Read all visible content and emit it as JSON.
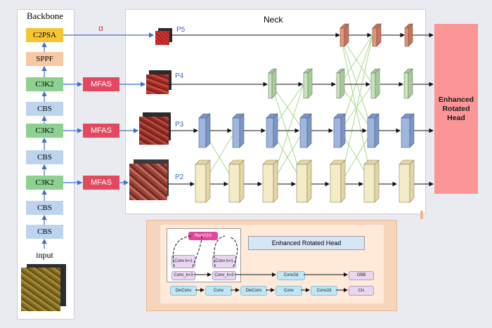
{
  "backbone": {
    "title": "Backbone",
    "blocks": [
      "C2PSA",
      "SPPF",
      "C3K2",
      "CBS",
      "C3K2",
      "CBS",
      "C3K2",
      "CBS",
      "CBS"
    ],
    "input_label": "input",
    "alpha_label": "α"
  },
  "mfas": [
    "MFAS",
    "MFAS",
    "MFAS"
  ],
  "neck": {
    "title": "Neck",
    "levels": [
      "P5",
      "P4",
      "P3",
      "P2"
    ]
  },
  "head_label": "Enhanced Rotated Head",
  "detail": {
    "title": "Enhanced Rotated Head",
    "repvgg": "RepVGG",
    "conv_k1_a": "Conv k=1",
    "conv_k3_a": "Conv_k=3",
    "conv_k1_b": "Conv k=1",
    "conv_k3_b": "Conv_k=3",
    "conv2d_top": "Conv2d",
    "obb": "OBB",
    "bottom_row": [
      "DwConv",
      "Conv",
      "DwConv",
      "Conv",
      "Conv2d",
      "Cls"
    ]
  },
  "colors": {
    "c2psa": "#f7c432",
    "sppf": "#f6c8a4",
    "c3k2": "#8ed08f",
    "cbs": "#bcd4ee",
    "mfas": "#e2485e",
    "head": "#fb9696",
    "p5_block": "#e4947a",
    "p4_block": "#c9e3bf",
    "p3_block": "#9fb6de",
    "p2_block": "#f4ecc6",
    "arrow_blue": "#3e6fcf",
    "cross_green": "#a6d98c",
    "detail_bg": "#f6d5bc"
  }
}
